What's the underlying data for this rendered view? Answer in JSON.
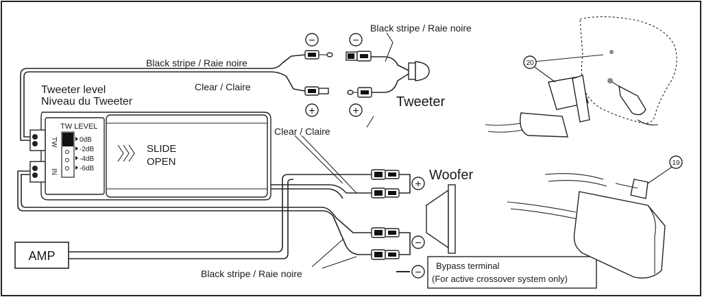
{
  "labels": {
    "black_stripe_top_left": "Black stripe / Raie noire",
    "black_stripe_top_right": "Black stripe / Raie noire",
    "clear_top": "Clear  /  Claire",
    "clear_middle": "Clear  /  Claire",
    "black_stripe_bottom": "Black stripe / Raie noire",
    "tweeter_level_en": "Tweeter level",
    "tweeter_level_fr": "Niveau du Tweeter",
    "tweeter": "Tweeter",
    "woofer": "Woofer",
    "amp": "AMP",
    "tw_level": "TW LEVEL",
    "slide": "SLIDE",
    "open": "OPEN",
    "port_tw": "TW",
    "port_in": "IN",
    "bypass_line1": "Bypass terminal",
    "bypass_line2": "(For active crossover system only)",
    "callout_20": "20",
    "callout_19": "19"
  },
  "levels": [
    "0dB",
    "-2dB",
    "-4dB",
    "-6dB"
  ],
  "polarity": {
    "plus": "+",
    "minus": "−"
  }
}
